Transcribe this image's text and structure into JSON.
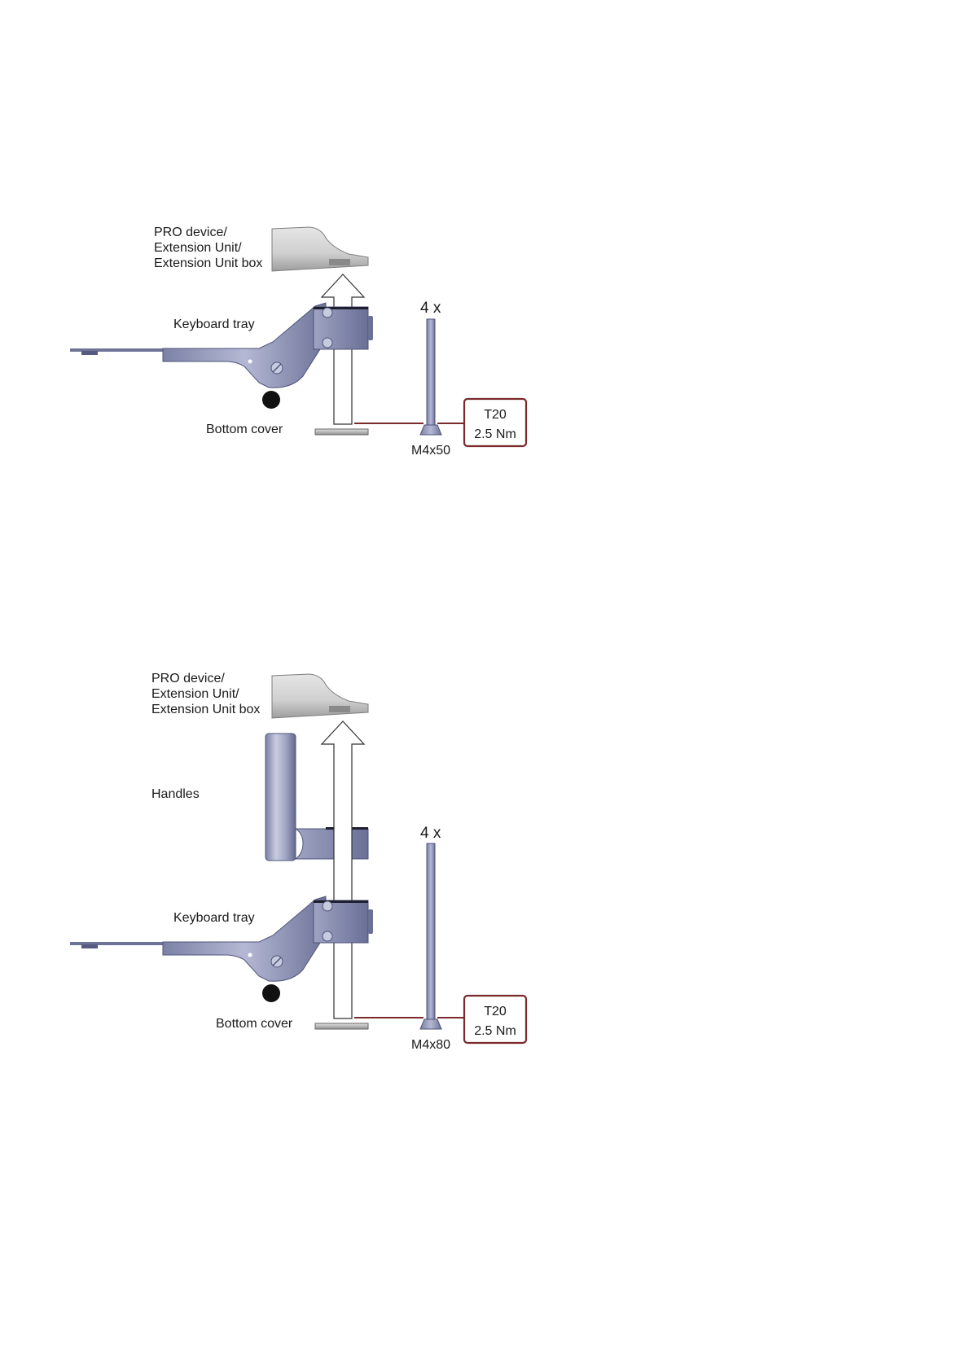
{
  "colors": {
    "metal": "#9a9fc0",
    "metal_dark": "#5e6488",
    "metal_light": "#c7cbe0",
    "housing": "#c9c9c9",
    "leader": "#7a2a2a",
    "box_border": "#7a2a2a"
  },
  "diagram1": {
    "device_label": [
      "PRO device/",
      "Extension Unit/",
      "Extension Unit box"
    ],
    "keyboard_tray_label": "Keyboard tray",
    "bottom_cover_label": "Bottom cover",
    "quantity": "4 x",
    "screw_label": "M4x50",
    "torque_box": [
      "T20",
      "2.5 Nm"
    ]
  },
  "diagram2": {
    "device_label": [
      "PRO device/",
      "Extension Unit/",
      "Extension Unit box"
    ],
    "handles_label": "Handles",
    "keyboard_tray_label": "Keyboard tray",
    "bottom_cover_label": "Bottom cover",
    "quantity": "4 x",
    "screw_label": "M4x80",
    "torque_box": [
      "T20",
      "2.5 Nm"
    ]
  }
}
